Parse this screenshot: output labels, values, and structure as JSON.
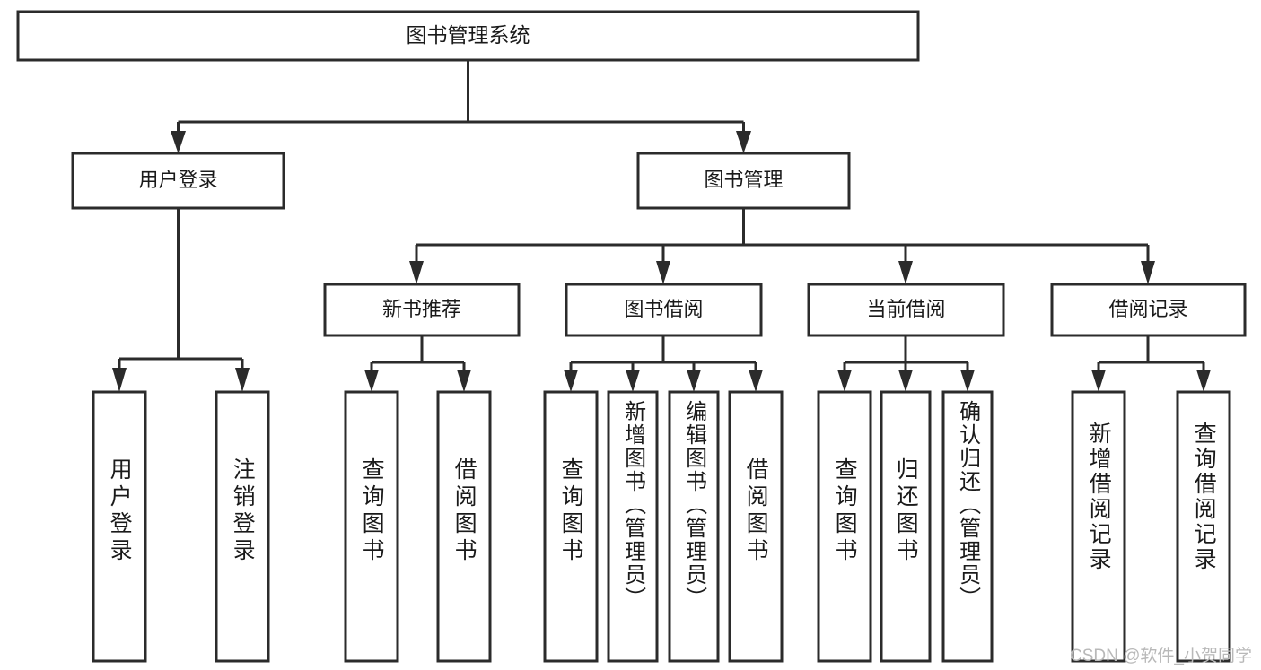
{
  "diagram": {
    "title": "图书管理系统",
    "type": "tree-hierarchy-diagram",
    "orientation": "top-down",
    "colors": {
      "box_stroke": "#2b2b2b",
      "box_fill": "#ffffff",
      "connector": "#2b2b2b",
      "text": "#1a1a1a",
      "background": "#ffffff",
      "watermark": "#b8b8b8"
    },
    "root": {
      "label": "图书管理系统"
    },
    "level2": [
      {
        "id": "user-login",
        "label": "用户登录"
      },
      {
        "id": "book-management",
        "label": "图书管理"
      }
    ],
    "level3": [
      {
        "id": "new-book-recommend",
        "label": "新书推荐"
      },
      {
        "id": "book-borrow",
        "label": "图书借阅"
      },
      {
        "id": "current-borrow",
        "label": "当前借阅"
      },
      {
        "id": "borrow-record",
        "label": "借阅记录"
      }
    ],
    "leaves": {
      "user_login": [
        {
          "id": "leaf-user-login",
          "label": "用户登录"
        },
        {
          "id": "leaf-logout-login",
          "label": "注销登录"
        }
      ],
      "new_book_recommend": [
        {
          "id": "leaf-query-book-1",
          "label": "查询图书"
        },
        {
          "id": "leaf-borrow-book-1",
          "label": "借阅图书"
        }
      ],
      "book_borrow": [
        {
          "id": "leaf-query-book-2",
          "label": "查询图书"
        },
        {
          "id": "leaf-add-book",
          "label": "新增图书（管理员）"
        },
        {
          "id": "leaf-edit-book",
          "label": "编辑图书（管理员）"
        },
        {
          "id": "leaf-borrow-book-2",
          "label": "借阅图书"
        }
      ],
      "current_borrow": [
        {
          "id": "leaf-query-book-3",
          "label": "查询图书"
        },
        {
          "id": "leaf-return-book",
          "label": "归还图书"
        },
        {
          "id": "leaf-confirm-return",
          "label": "确认归还（管理员）"
        }
      ],
      "borrow_record": [
        {
          "id": "leaf-add-record",
          "label": "新增借阅记录"
        },
        {
          "id": "leaf-query-record",
          "label": "查询借阅记录"
        }
      ]
    }
  },
  "watermark": {
    "text": "CSDN @软件_小贺同学"
  }
}
